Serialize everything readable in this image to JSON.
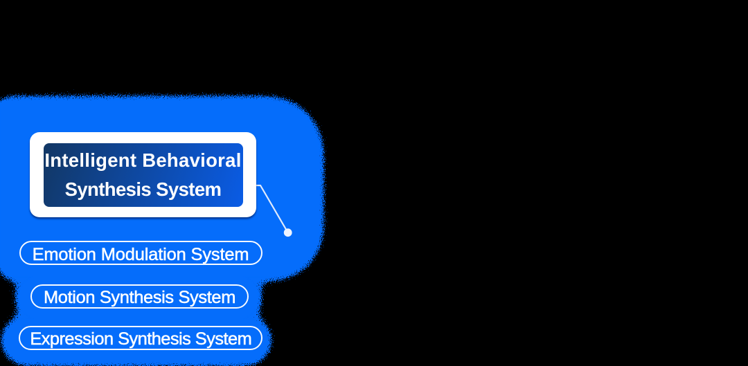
{
  "diagram": {
    "background_color": "#000000",
    "highlight_blob_color": "#056dfb",
    "main_box": {
      "line1": "Intelligent Behavioral",
      "line2": "Synthesis System",
      "text_color": "#ffffff",
      "frame_color": "#ffffff",
      "gradient_start": "#123764",
      "gradient_end": "#0a5ce6"
    },
    "connector": {
      "line_color": "#dfeafc",
      "dot_color": "#eef4ff"
    },
    "pills": [
      {
        "label": "Emotion Modulation System"
      },
      {
        "label": "Motion Synthesis System"
      },
      {
        "label": "Expression Synthesis System"
      }
    ]
  }
}
